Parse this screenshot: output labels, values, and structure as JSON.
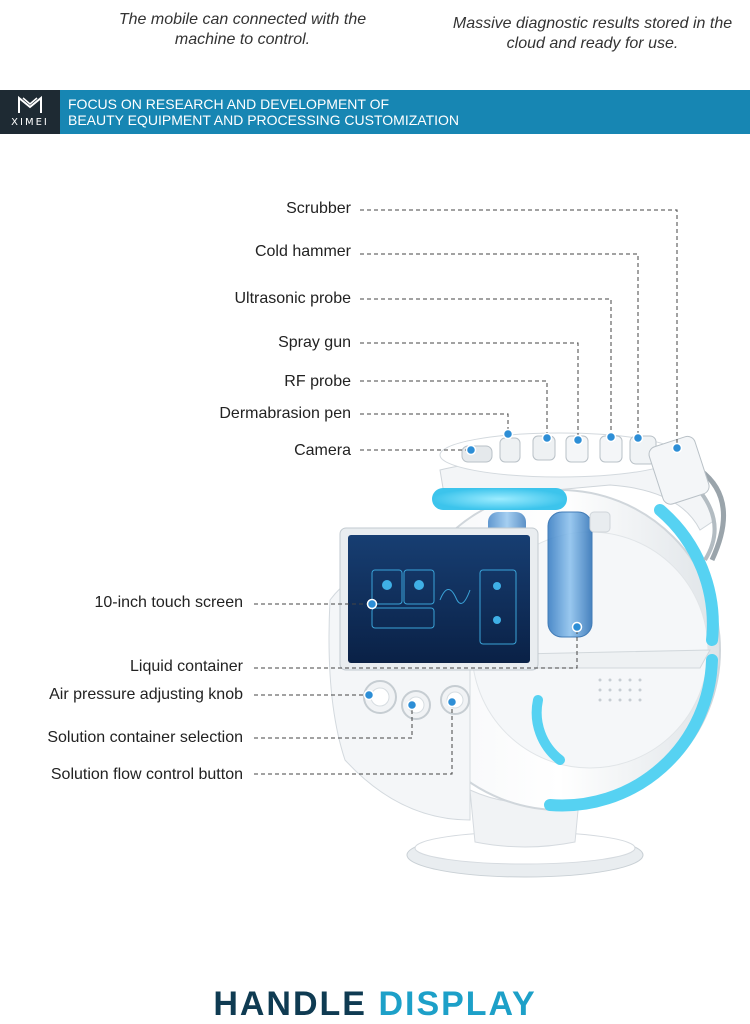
{
  "captions": {
    "left": "The mobile can connected with the machine to control.",
    "right": "Massive diagnostic results stored in the cloud and ready for use."
  },
  "banner": {
    "brand": "XIMEI",
    "line1": "FOCUS ON RESEARCH AND DEVELOPMENT OF",
    "line2": "BEAUTY EQUIPMENT AND PROCESSING CUSTOMIZATION"
  },
  "labels": {
    "scrubber": "Scrubber",
    "cold_hammer": "Cold hammer",
    "ultrasonic_probe": "Ultrasonic probe",
    "spray_gun": "Spray gun",
    "rf_probe": "RF probe",
    "dermabrasion_pen": "Dermabrasion pen",
    "camera": "Camera",
    "touch_screen": "10-inch touch screen",
    "liquid_container": "Liquid container",
    "air_knob": "Air pressure adjusting knob",
    "solution_selection": "Solution container selection",
    "flow_button": "Solution flow control button"
  },
  "section_title": {
    "part1": "HANDLE ",
    "part2": "DISPLAY"
  },
  "colors": {
    "banner": "#1786b3",
    "accent_glow": "#4fd0f0",
    "logo_bg": "#1e2a33"
  }
}
